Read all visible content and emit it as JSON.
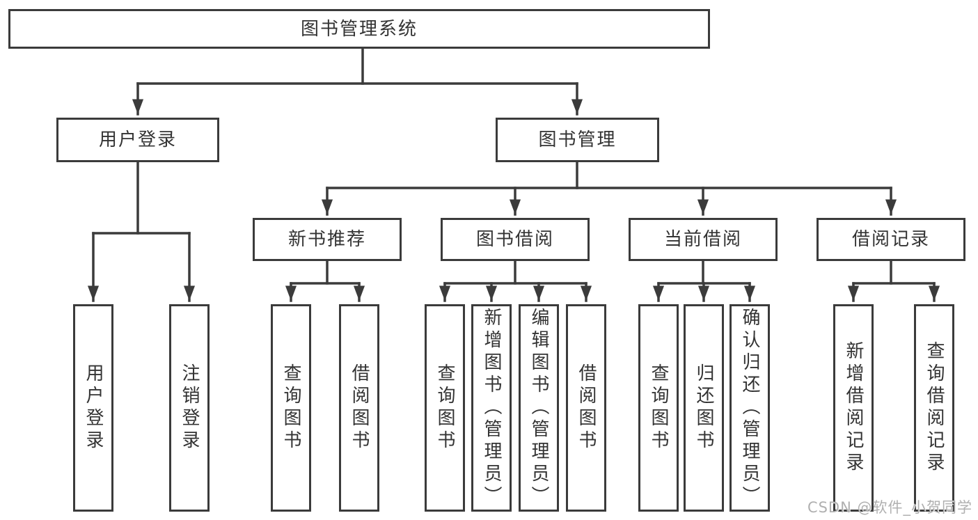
{
  "diagram": {
    "nodes": {
      "root": {
        "label": "图书管理系统"
      },
      "user_login": {
        "label": "用户登录"
      },
      "book_mgmt": {
        "label": "图书管理"
      },
      "leaf_user_login": {
        "label": "用户登录"
      },
      "leaf_logout": {
        "label": "注销登录"
      },
      "new_book_rec": {
        "label": "新书推荐"
      },
      "book_borrow": {
        "label": "图书借阅"
      },
      "current_borrow": {
        "label": "当前借阅"
      },
      "borrow_record": {
        "label": "借阅记录"
      },
      "nbr_query": {
        "label": "查询图书"
      },
      "nbr_borrow": {
        "label": "借阅图书"
      },
      "bb_query": {
        "label": "查询图书"
      },
      "bb_add": {
        "label": "新增图书（管理员）"
      },
      "bb_edit": {
        "label": "编辑图书（管理员）"
      },
      "bb_borrow": {
        "label": "借阅图书"
      },
      "cb_query": {
        "label": "查询图书"
      },
      "cb_return": {
        "label": "归还图书"
      },
      "cb_confirm": {
        "label": "确认归还（管理员）"
      },
      "br_add": {
        "label": "新增借阅记录"
      },
      "br_query": {
        "label": "查询借阅记录"
      }
    },
    "edges": [
      [
        "root",
        "user_login"
      ],
      [
        "root",
        "book_mgmt"
      ],
      [
        "user_login",
        "leaf_user_login"
      ],
      [
        "user_login",
        "leaf_logout"
      ],
      [
        "book_mgmt",
        "new_book_rec"
      ],
      [
        "book_mgmt",
        "book_borrow"
      ],
      [
        "book_mgmt",
        "current_borrow"
      ],
      [
        "book_mgmt",
        "borrow_record"
      ],
      [
        "new_book_rec",
        "nbr_query"
      ],
      [
        "new_book_rec",
        "nbr_borrow"
      ],
      [
        "book_borrow",
        "bb_query"
      ],
      [
        "book_borrow",
        "bb_add"
      ],
      [
        "book_borrow",
        "bb_edit"
      ],
      [
        "book_borrow",
        "bb_borrow"
      ],
      [
        "current_borrow",
        "cb_query"
      ],
      [
        "current_borrow",
        "cb_return"
      ],
      [
        "current_borrow",
        "cb_confirm"
      ],
      [
        "borrow_record",
        "br_add"
      ],
      [
        "borrow_record",
        "br_query"
      ]
    ]
  },
  "watermark": {
    "text": "CSDN @软件_小贺同学"
  },
  "colors": {
    "line": "#3b3b3b",
    "text": "#333333",
    "watermark": "#b0b0b0",
    "bg": "#ffffff"
  }
}
